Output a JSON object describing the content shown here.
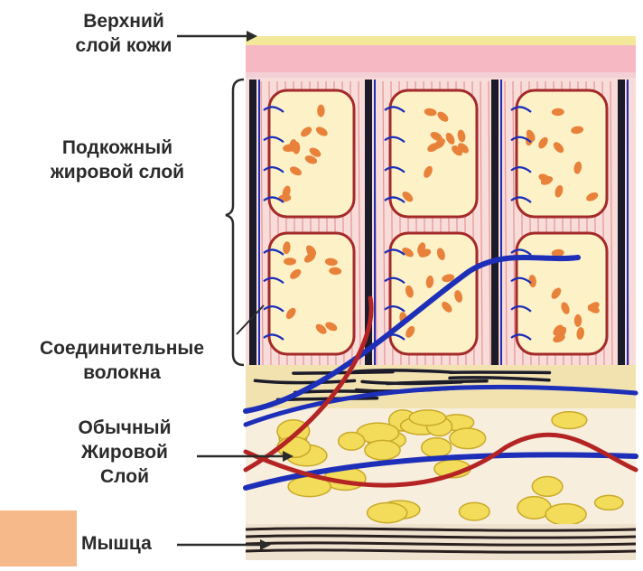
{
  "labels": {
    "top_skin": [
      "Верхний",
      "слой кожи"
    ],
    "subcutaneous_fat": [
      "Подкожный",
      "жировой слой"
    ],
    "connective_fibers": [
      "Соединительные",
      "волокна"
    ],
    "regular_fat": [
      "Обычный",
      "Жировой",
      "Слой"
    ],
    "muscle": "Мышца"
  },
  "colors": {
    "skin_top": "#f3e89a",
    "skin_pink": "#f6b9c4",
    "dermis": "#f8dcd9",
    "fat_cell_fill": "#fdf1c8",
    "fat_cell_border": "#a42a2a",
    "fat_droplet": "#e8823a",
    "vein": "#1d2fb8",
    "artery": "#b42424",
    "septum_dark": "#1b1b2a",
    "fat_lobule": "#f2dc5a",
    "muscle": "#2b2020",
    "corner_block": "#f5b98a",
    "label_text": "#2b2b2b"
  }
}
